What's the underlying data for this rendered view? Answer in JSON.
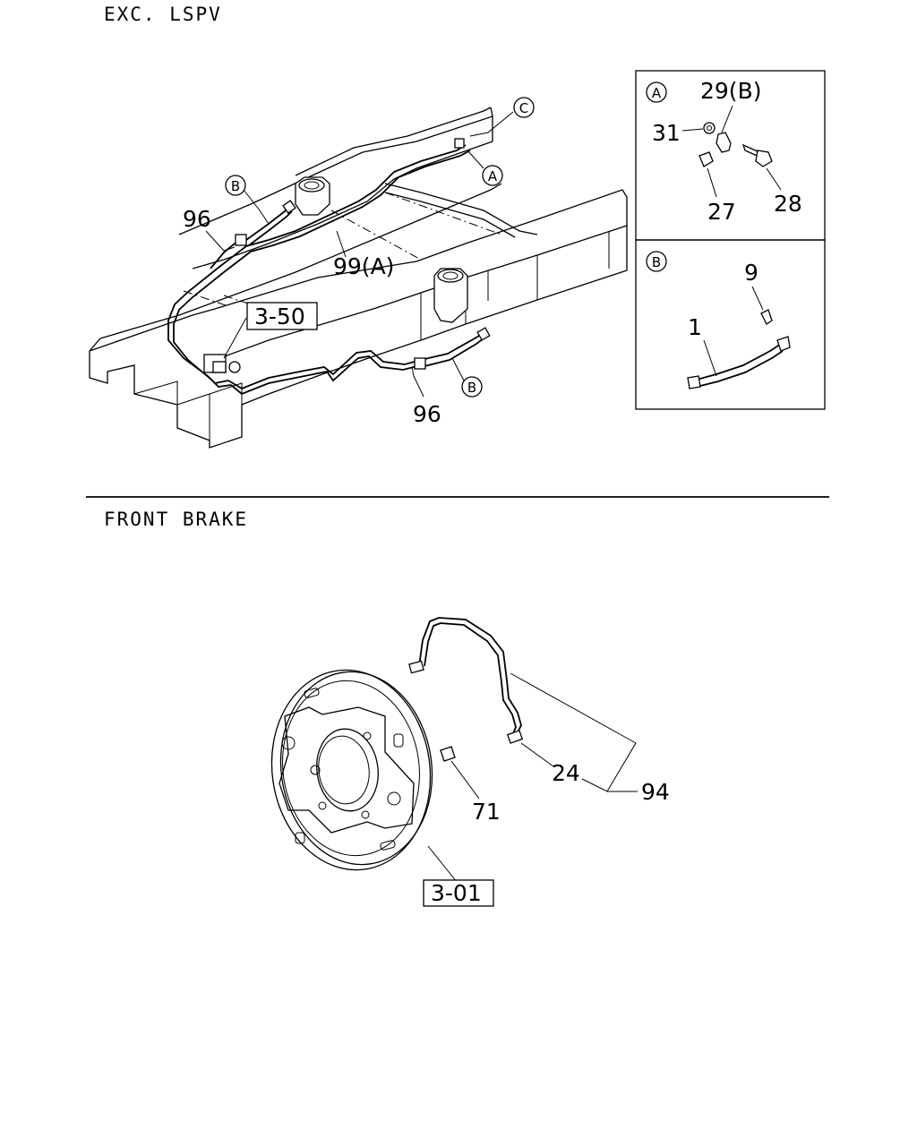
{
  "sections": {
    "exc_lspv": {
      "title": "EXC. LSPV",
      "callouts": {
        "c96a": "96",
        "c99a": "99(A)",
        "c96b": "96",
        "ref350": "3-50"
      },
      "bubbles": {
        "b_b1": "B",
        "b_b2": "B",
        "b_a": "A",
        "b_c": "C"
      },
      "detail_a": {
        "bubble": "A",
        "c29": "29(B)",
        "c31": "31",
        "c27": "27",
        "c28": "28"
      },
      "detail_b": {
        "bubble": "B",
        "c9": "9",
        "c1": "1"
      }
    },
    "front_brake": {
      "title": "FRONT BRAKE",
      "callouts": {
        "c24": "24",
        "c94": "94",
        "c71": "71",
        "ref301": "3-01"
      }
    }
  }
}
